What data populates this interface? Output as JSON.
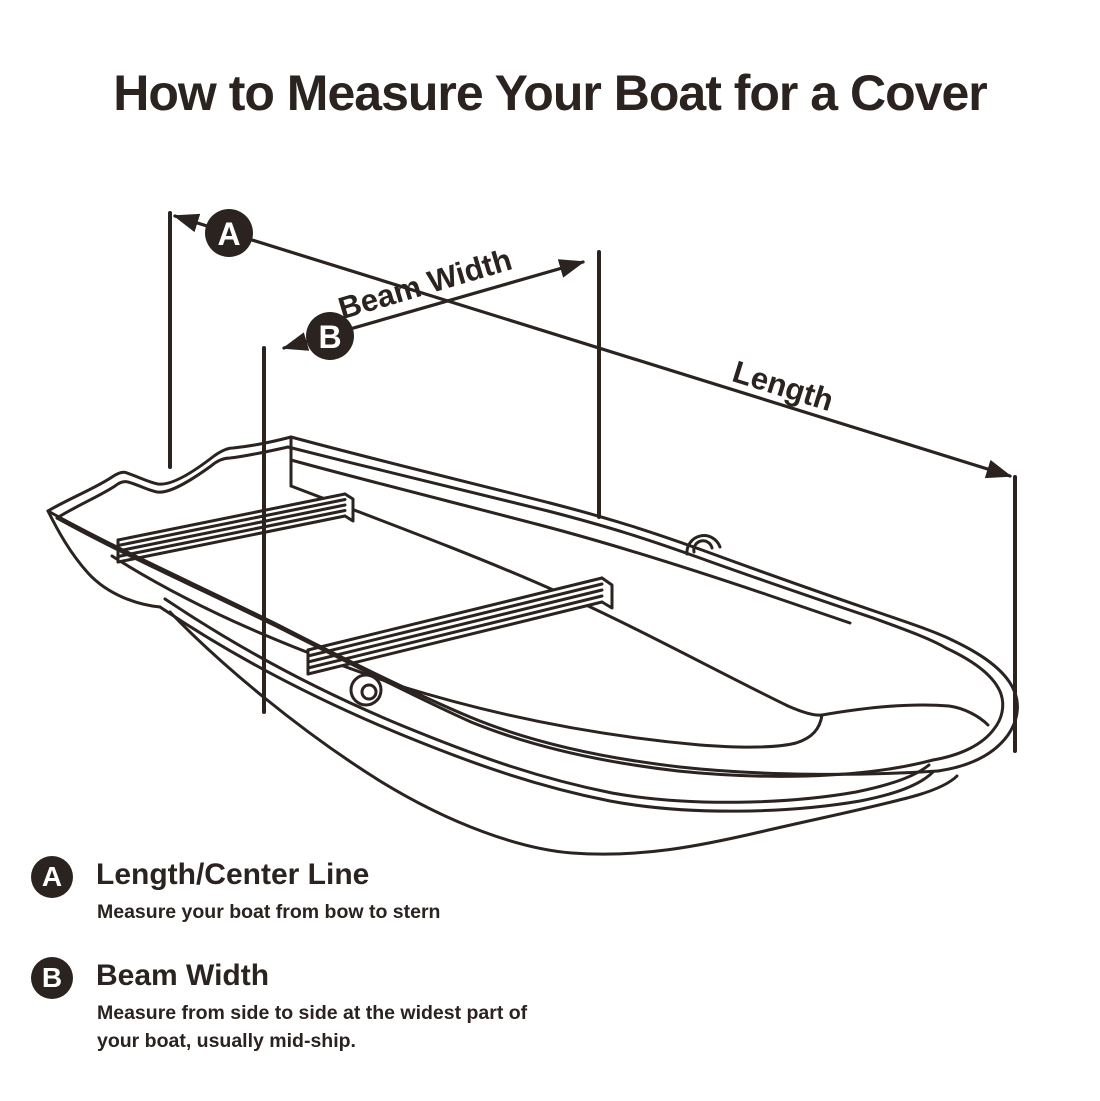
{
  "title": "How to Measure Your Boat for a Cover",
  "diagram": {
    "labels": {
      "beam_width": "Beam Width",
      "length": "Length"
    },
    "markers": {
      "a": "A",
      "b": "B"
    }
  },
  "legend": {
    "items": [
      {
        "marker": "A",
        "heading": "Length/Center Line",
        "description": "Measure your boat from bow to stern"
      },
      {
        "marker": "B",
        "heading": "Beam Width",
        "description": "Measure from side to side at the widest part of your boat, usually mid-ship."
      }
    ]
  },
  "colors": {
    "ink": "#2b2320",
    "background": "#ffffff"
  }
}
